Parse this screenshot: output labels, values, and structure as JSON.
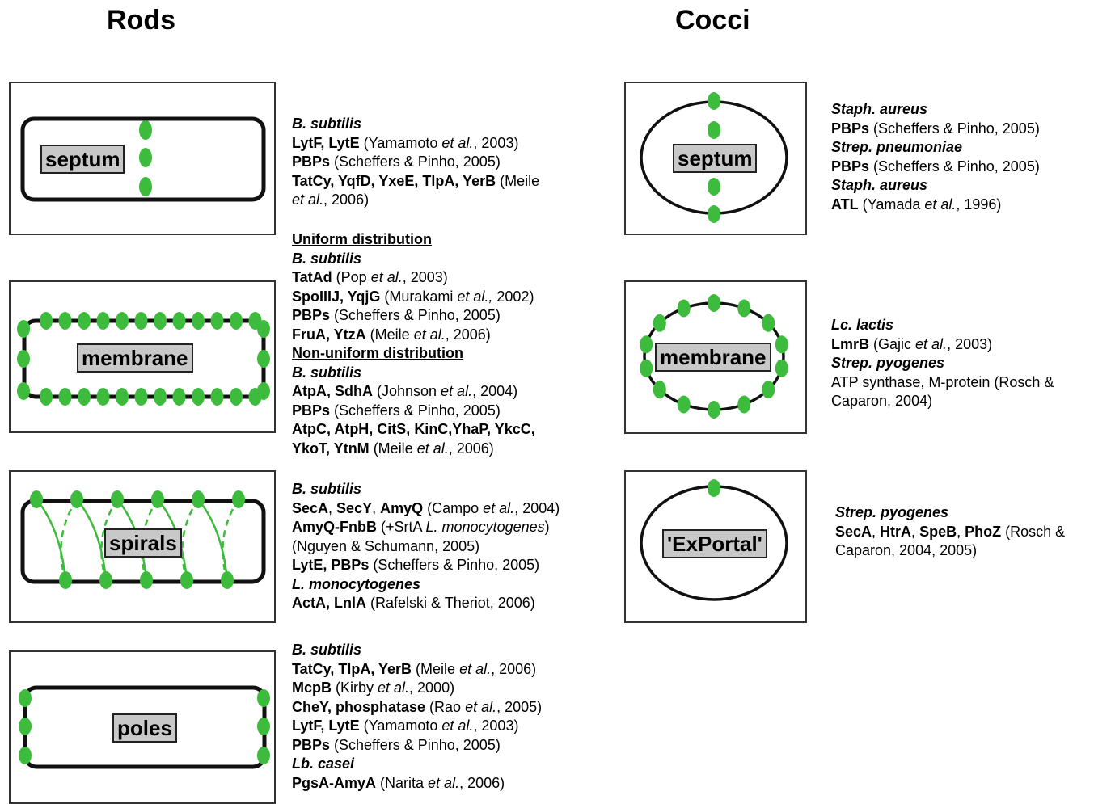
{
  "headers": {
    "rods": "Rods",
    "cocci": "Cocci"
  },
  "labels": {
    "rod_septum": "septum",
    "rod_membrane": "membrane",
    "rod_spirals": "spirals",
    "rod_poles": "poles",
    "cocci_septum": "septum",
    "cocci_membrane": "membrane",
    "cocci_exportal": "'ExPortal'"
  },
  "colors": {
    "marker": "#3dbb3d",
    "outline": "#111111",
    "label_bg": "#c8c8c8"
  },
  "rod_septum_text": [
    [
      {
        "t": "B. subtilis",
        "s": "bi"
      }
    ],
    [
      {
        "t": "LytF, LytE",
        "s": "b"
      },
      {
        "t": " (Yamamoto "
      },
      {
        "t": "et al.",
        "s": "i"
      },
      {
        "t": ", 2003)"
      }
    ],
    [
      {
        "t": "PBPs",
        "s": "b"
      },
      {
        "t": " (Scheffers & Pinho, 2005)"
      }
    ],
    [
      {
        "t": "TatCy, YqfD, YxeE, TlpA, YerB",
        "s": "b"
      },
      {
        "t": " (Meile"
      }
    ],
    [
      {
        "t": "et al.",
        "s": "i"
      },
      {
        "t": ", 2006)"
      }
    ]
  ],
  "rod_membrane_text": [
    [
      {
        "t": "Uniform distribution",
        "s": "u"
      }
    ],
    [
      {
        "t": "B. subtilis",
        "s": "bi"
      }
    ],
    [
      {
        "t": "TatAd",
        "s": "b"
      },
      {
        "t": " (Pop "
      },
      {
        "t": "et al.",
        "s": "i"
      },
      {
        "t": ", 2003)"
      }
    ],
    [
      {
        "t": "SpoIIIJ, YqjG",
        "s": "b"
      },
      {
        "t": " (Murakami "
      },
      {
        "t": "et al.,",
        "s": "i"
      },
      {
        "t": " 2002)"
      }
    ],
    [
      {
        "t": "PBPs",
        "s": "b"
      },
      {
        "t": " (Scheffers & Pinho, 2005)"
      }
    ],
    [
      {
        "t": "FruA, YtzA",
        "s": "b"
      },
      {
        "t": " (Meile "
      },
      {
        "t": "et al.",
        "s": "i"
      },
      {
        "t": ", 2006)"
      }
    ],
    [
      {
        "t": "Non-uniform distribution",
        "s": "u"
      }
    ],
    [
      {
        "t": "B. subtilis",
        "s": "bi"
      }
    ],
    [
      {
        "t": "AtpA, SdhA",
        "s": "b"
      },
      {
        "t": " (Johnson "
      },
      {
        "t": "et al.",
        "s": "i"
      },
      {
        "t": ", 2004)"
      }
    ],
    [
      {
        "t": "PBPs",
        "s": "b"
      },
      {
        "t": " (Scheffers & Pinho, 2005)"
      }
    ],
    [
      {
        "t": "AtpC, AtpH, CitS, KinC,YhaP, YkcC,",
        "s": "b"
      }
    ],
    [
      {
        "t": "YkoT, YtnM",
        "s": "b"
      },
      {
        "t": " (Meile "
      },
      {
        "t": "et al.",
        "s": "i"
      },
      {
        "t": ", 2006)"
      }
    ]
  ],
  "rod_spirals_text": [
    [
      {
        "t": "B. subtilis",
        "s": "bi"
      }
    ],
    [
      {
        "t": "SecA",
        "s": "b"
      },
      {
        "t": ", "
      },
      {
        "t": "SecY",
        "s": "b"
      },
      {
        "t": ", "
      },
      {
        "t": "AmyQ",
        "s": "b"
      },
      {
        "t": " (Campo "
      },
      {
        "t": "et al.",
        "s": "i"
      },
      {
        "t": ", 2004)"
      }
    ],
    [
      {
        "t": "AmyQ-FnbB",
        "s": "b"
      },
      {
        "t": " (+SrtA "
      },
      {
        "t": "L. monocytogenes",
        "s": "i"
      },
      {
        "t": ")"
      }
    ],
    [
      {
        "t": "(Nguyen & Schumann, 2005)"
      }
    ],
    [
      {
        "t": "LytE, PBPs",
        "s": "b"
      },
      {
        "t": " (Scheffers & Pinho, 2005)"
      }
    ],
    [
      {
        "t": "L. monocytogenes",
        "s": "bi"
      }
    ],
    [
      {
        "t": "ActA, LnlA",
        "s": "b"
      },
      {
        "t": " (Rafelski & Theriot, 2006)"
      }
    ]
  ],
  "rod_poles_text": [
    [
      {
        "t": "B. subtilis",
        "s": "bi"
      }
    ],
    [
      {
        "t": "TatCy, TlpA, YerB",
        "s": "b"
      },
      {
        "t": " (Meile "
      },
      {
        "t": "et al.",
        "s": "i"
      },
      {
        "t": ", 2006)"
      }
    ],
    [
      {
        "t": "McpB",
        "s": "b"
      },
      {
        "t": " (Kirby "
      },
      {
        "t": "et al.",
        "s": "i"
      },
      {
        "t": ", 2000)"
      }
    ],
    [
      {
        "t": "CheY, phosphatase",
        "s": "b"
      },
      {
        "t": " (Rao "
      },
      {
        "t": "et al.",
        "s": "i"
      },
      {
        "t": ", 2005)"
      }
    ],
    [
      {
        "t": "LytF, LytE",
        "s": "b"
      },
      {
        "t": " (Yamamoto "
      },
      {
        "t": "et al.",
        "s": "i"
      },
      {
        "t": ", 2003)"
      }
    ],
    [
      {
        "t": "PBPs",
        "s": "b"
      },
      {
        "t": " (Scheffers & Pinho, 2005)"
      }
    ],
    [
      {
        "t": "Lb. casei",
        "s": "bi"
      }
    ],
    [
      {
        "t": "PgsA-AmyA",
        "s": "b"
      },
      {
        "t": " (Narita "
      },
      {
        "t": "et al.",
        "s": "i"
      },
      {
        "t": ", 2006)"
      }
    ]
  ],
  "cocci_septum_text": [
    [
      {
        "t": "Staph. aureus",
        "s": "bi"
      }
    ],
    [
      {
        "t": "PBPs",
        "s": "b"
      },
      {
        "t": " (Scheffers & Pinho, 2005)"
      }
    ],
    [
      {
        "t": "Strep. pneumoniae",
        "s": "bi"
      }
    ],
    [
      {
        "t": "PBPs",
        "s": "b"
      },
      {
        "t": " (Scheffers & Pinho, 2005)"
      }
    ],
    [
      {
        "t": "Staph. aureus",
        "s": "bi"
      }
    ],
    [
      {
        "t": "ATL",
        "s": "b"
      },
      {
        "t": " (Yamada "
      },
      {
        "t": "et al.",
        "s": "i"
      },
      {
        "t": ", 1996)"
      }
    ]
  ],
  "cocci_membrane_text": [
    [
      {
        "t": "Lc. lactis",
        "s": "bi"
      }
    ],
    [
      {
        "t": "LmrB",
        "s": "b"
      },
      {
        "t": " (Gajic "
      },
      {
        "t": "et al.",
        "s": "i"
      },
      {
        "t": ", 2003)"
      }
    ],
    [
      {
        "t": "Strep. pyogenes",
        "s": "bi"
      }
    ],
    [
      {
        "t": "ATP synthase, M-protein (Rosch &"
      }
    ],
    [
      {
        "t": "Caparon, 2004)"
      }
    ]
  ],
  "cocci_exportal_text": [
    [
      {
        "t": "Strep. pyogenes",
        "s": "bi"
      }
    ],
    [
      {
        "t": "SecA",
        "s": "b"
      },
      {
        "t": ", "
      },
      {
        "t": "HtrA",
        "s": "b"
      },
      {
        "t": ", "
      },
      {
        "t": "SpeB",
        "s": "b"
      },
      {
        "t": ", "
      },
      {
        "t": "PhoZ",
        "s": "b"
      },
      {
        "t": " (Rosch &"
      }
    ],
    [
      {
        "t": "Caparon, 2004, 2005)"
      }
    ]
  ]
}
